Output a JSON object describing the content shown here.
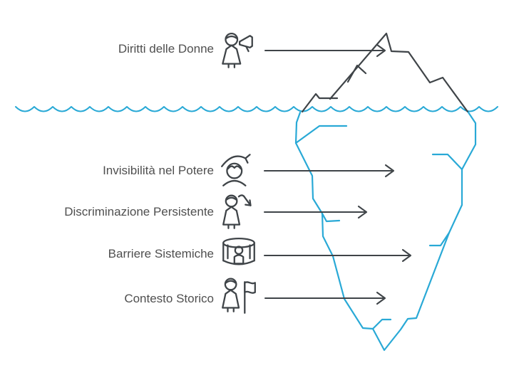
{
  "diagram": {
    "type": "iceberg-metaphor",
    "language": "it",
    "items": [
      {
        "label": "Diritti delle Donne",
        "icon": "woman-megaphone-icon",
        "position": "above-water"
      },
      {
        "label": "Invisibilità nel Potere",
        "icon": "hidden-woman-icon",
        "position": "below-water"
      },
      {
        "label": "Discriminazione Persistente",
        "icon": "woman-decline-arrow-icon",
        "position": "below-water"
      },
      {
        "label": "Barriere Sistemiche",
        "icon": "person-in-barrier-icon",
        "position": "below-water"
      },
      {
        "label": "Contesto Storico",
        "icon": "woman-flag-icon",
        "position": "below-water"
      }
    ]
  },
  "colors": {
    "background": "#FFFFFF",
    "line_dark": "#3F4448",
    "line_blue": "#29A9D6",
    "text_color": "#4F4F4F"
  }
}
